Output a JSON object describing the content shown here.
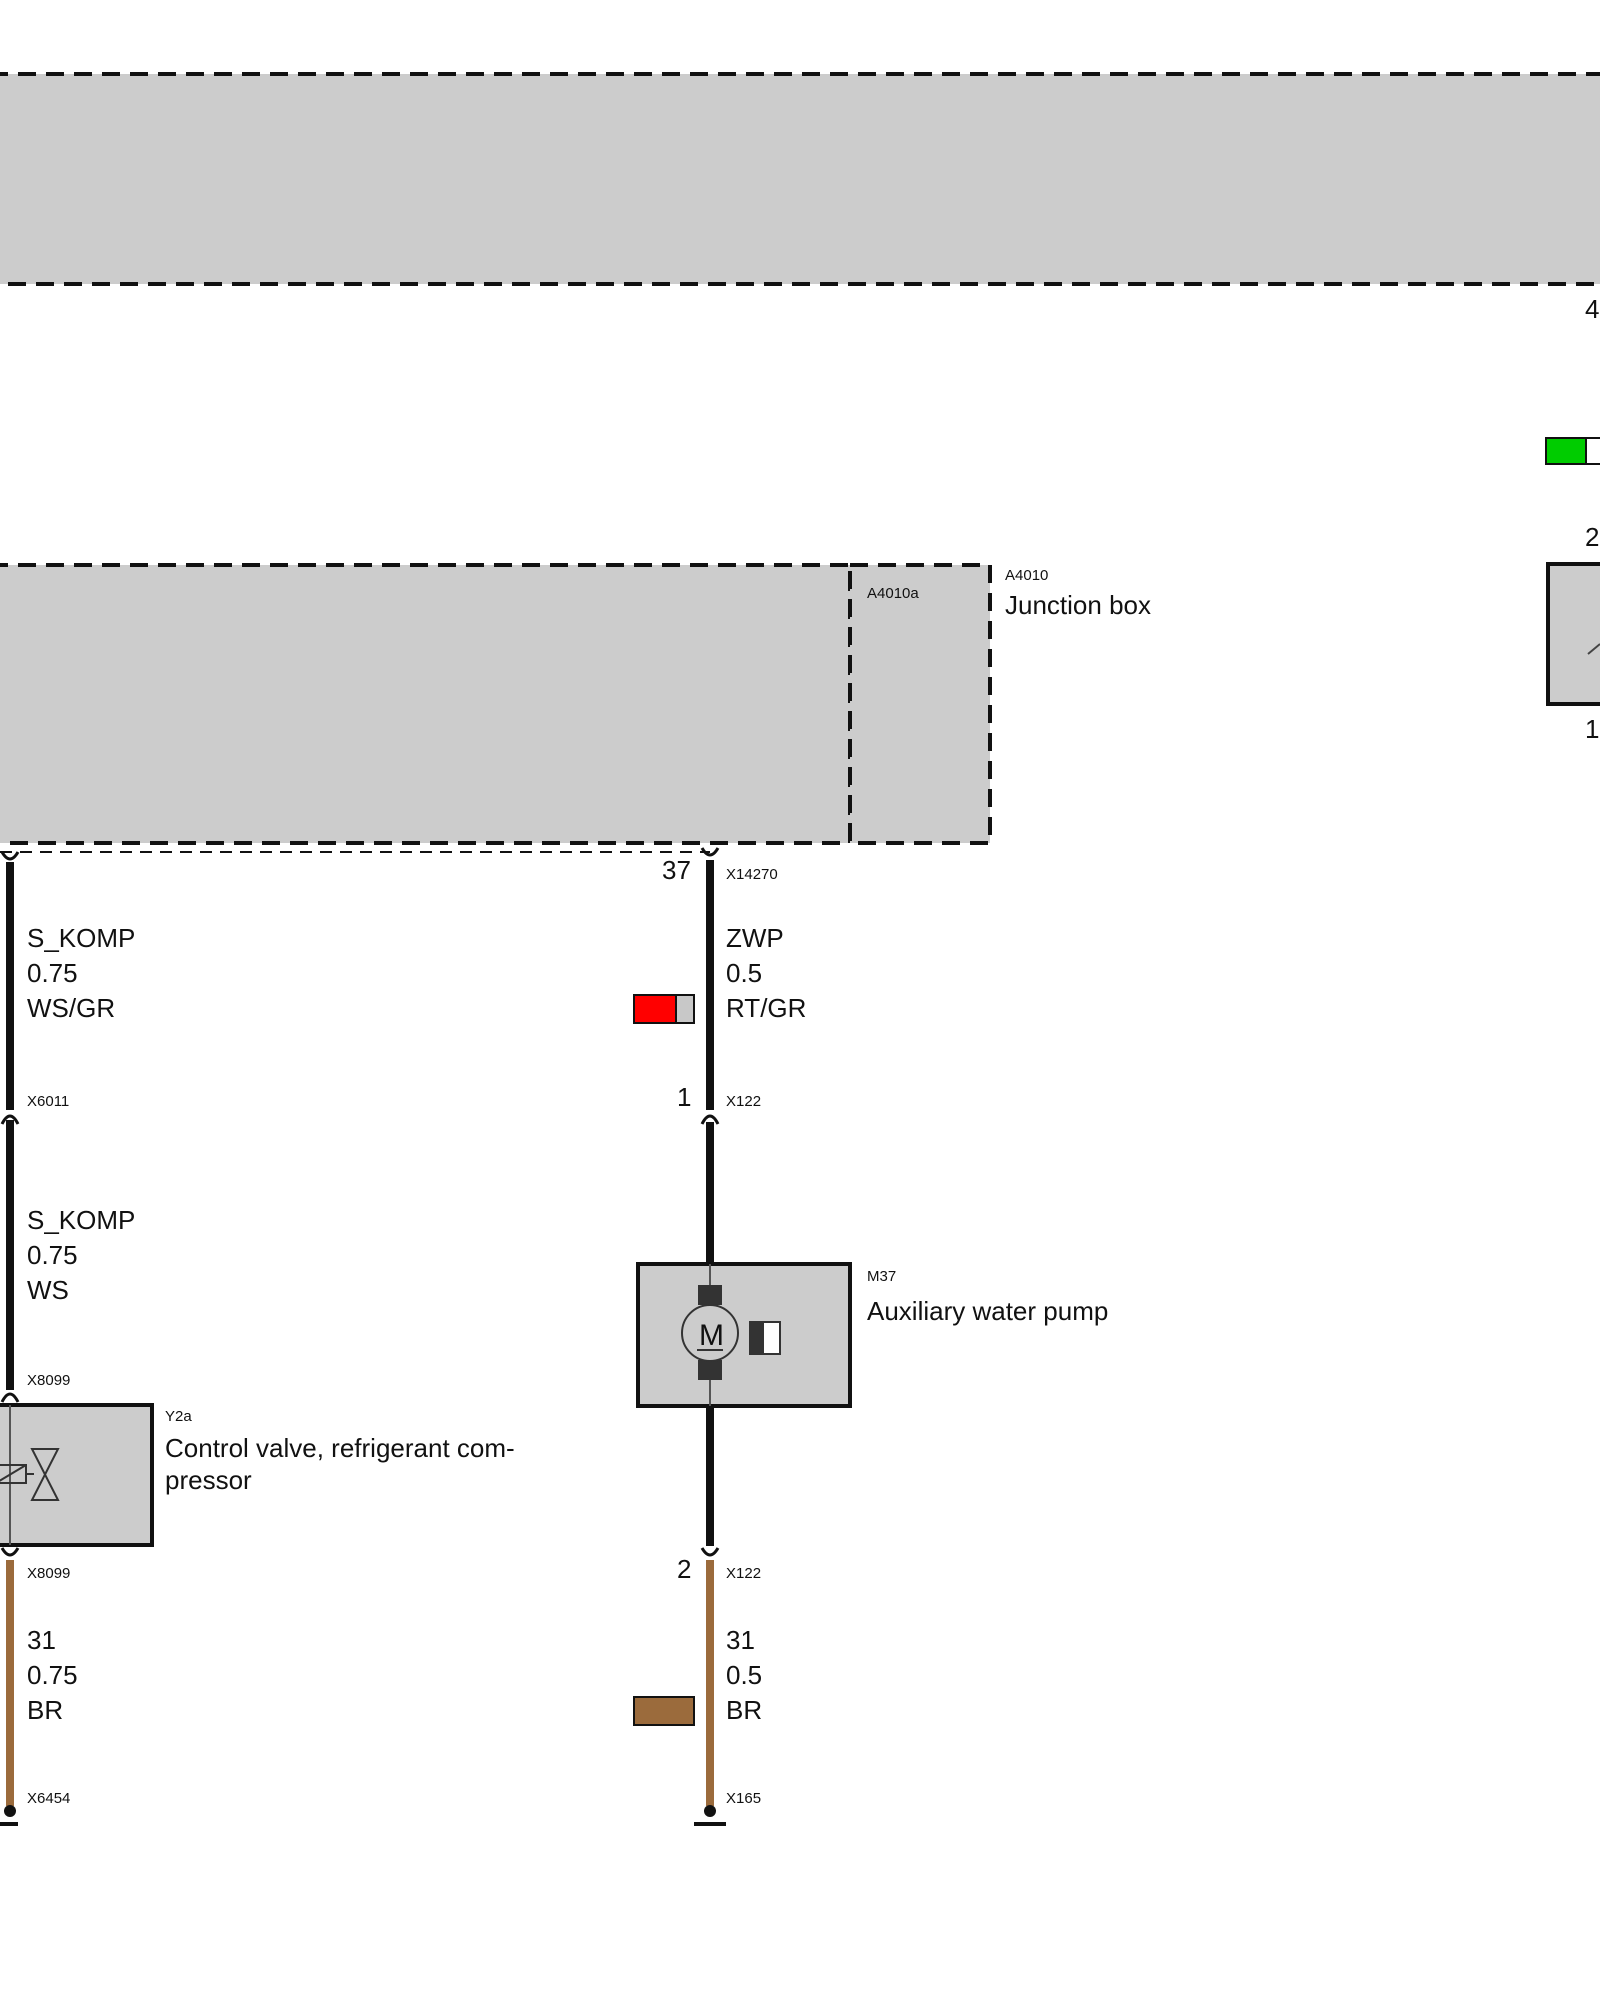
{
  "colors": {
    "module_fill": "#cccccc",
    "wire_black": "#111111",
    "wire_brown": "#9b6b3c",
    "swatch_red": "#ff0000",
    "swatch_gray": "#c8c8c8",
    "swatch_green": "#00cc00",
    "swatch_brown": "#9b6b3c"
  },
  "top_module": {
    "pin": "4"
  },
  "right_component": {
    "pin_top": "2",
    "pin_bottom": "1"
  },
  "junction_box": {
    "ref": "A4010",
    "sub_ref": "A4010a",
    "name": "Junction box"
  },
  "left_wire_upper": {
    "signal": "S_KOMP",
    "size": "0.75",
    "color_code": "WS/GR",
    "connector_top": "",
    "connector_bottom": "X6011"
  },
  "left_wire_middle": {
    "signal": "S_KOMP",
    "size": "0.75",
    "color_code": "WS",
    "connector_bottom": "X8099"
  },
  "control_valve": {
    "ref": "Y2a",
    "name_line1": "Control valve, refrigerant com-",
    "name_line2": "pressor",
    "connector_bottom": "X8099"
  },
  "left_wire_lower": {
    "signal": "31",
    "size": "0.75",
    "color_code": "BR",
    "connector_ground": "X6454"
  },
  "mid_wire_upper": {
    "pin_top": "37",
    "connector_top": "X14270",
    "signal": "ZWP",
    "size": "0.5",
    "color_code": "RT/GR",
    "pin_bottom": "1",
    "connector_bottom": "X122"
  },
  "water_pump": {
    "ref": "M37",
    "name": "Auxiliary water pump",
    "motor_symbol": "M"
  },
  "mid_wire_lower": {
    "pin_top": "2",
    "connector_top": "X122",
    "signal": "31",
    "size": "0.5",
    "color_code": "BR",
    "connector_ground": "X165"
  }
}
